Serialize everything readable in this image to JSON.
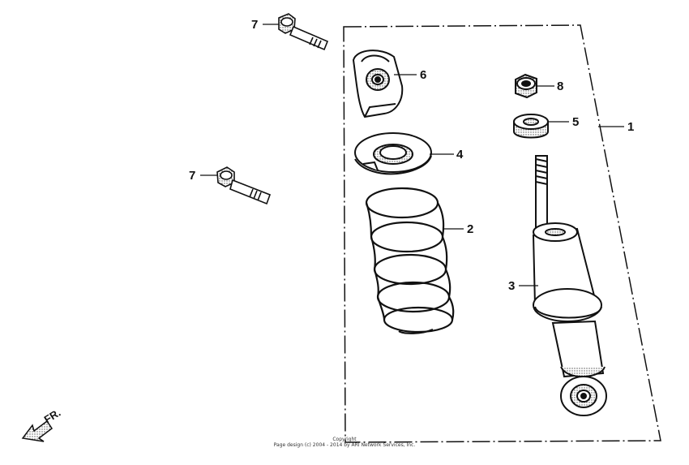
{
  "parts": [
    {
      "id": "1",
      "label": "1"
    },
    {
      "id": "2",
      "label": "2"
    },
    {
      "id": "3",
      "label": "3"
    },
    {
      "id": "4",
      "label": "4"
    },
    {
      "id": "5",
      "label": "5"
    },
    {
      "id": "6",
      "label": "6"
    },
    {
      "id": "7a",
      "label": "7"
    },
    {
      "id": "7b",
      "label": "7"
    },
    {
      "id": "8",
      "label": "8"
    }
  ],
  "direction_label": "FR.",
  "copyright": {
    "line1": "Copyright",
    "line2": "Page design (c) 2004 - 2014 by ARI Network Services, Inc."
  },
  "colors": {
    "ink": "#111111",
    "paper": "#ffffff",
    "shade": "#6a6a6a"
  }
}
